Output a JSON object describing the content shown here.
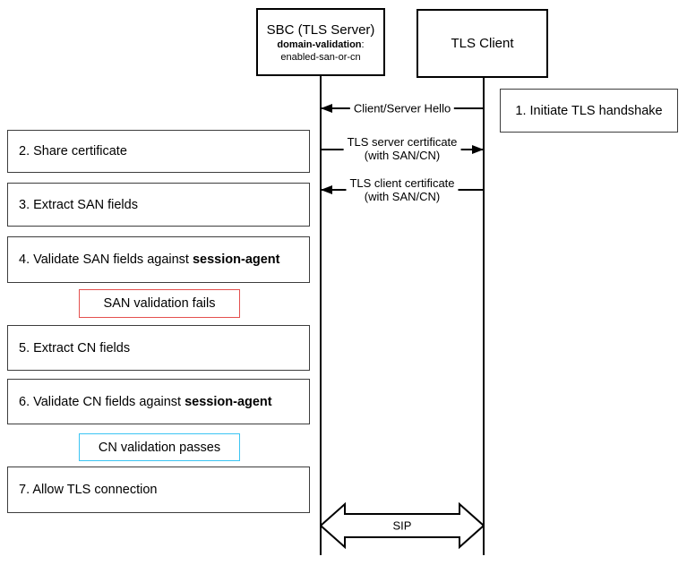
{
  "actors": {
    "sbc": {
      "title": "SBC (TLS Server)",
      "param_name": "domain-validation",
      "param_colon": ":",
      "param_value": "enabled-san-or-cn"
    },
    "client": {
      "title": "TLS Client"
    }
  },
  "side_step": {
    "label": "1. Initiate TLS handshake"
  },
  "messages": {
    "hello": {
      "label": "Client/Server Hello",
      "direction": "to-sbc"
    },
    "server_cert": {
      "line1": "TLS server certificate",
      "line2": "(with SAN/CN)",
      "direction": "to-client"
    },
    "client_cert": {
      "line1": "TLS client certificate",
      "line2": "(with SAN/CN)",
      "direction": "to-sbc"
    }
  },
  "steps": [
    {
      "text": "2. Share certificate",
      "bold": ""
    },
    {
      "text": "3. Extract SAN fields",
      "bold": ""
    },
    {
      "text": "4. Validate SAN fields against ",
      "bold": "session-agent"
    },
    {
      "text": "5. Extract CN fields",
      "bold": ""
    },
    {
      "text": "6. Validate CN fields against ",
      "bold": "session-agent"
    },
    {
      "text": "7. Allow TLS connection",
      "bold": ""
    }
  ],
  "notes": {
    "fail": {
      "label": "SAN validation fails",
      "border_color": "#e4504e"
    },
    "pass": {
      "label": "CN validation passes",
      "border_color": "#3bc5f3"
    }
  },
  "sip": {
    "label": "SIP"
  },
  "colors": {
    "line": "#000000",
    "step_border": "#3d3d3d"
  }
}
